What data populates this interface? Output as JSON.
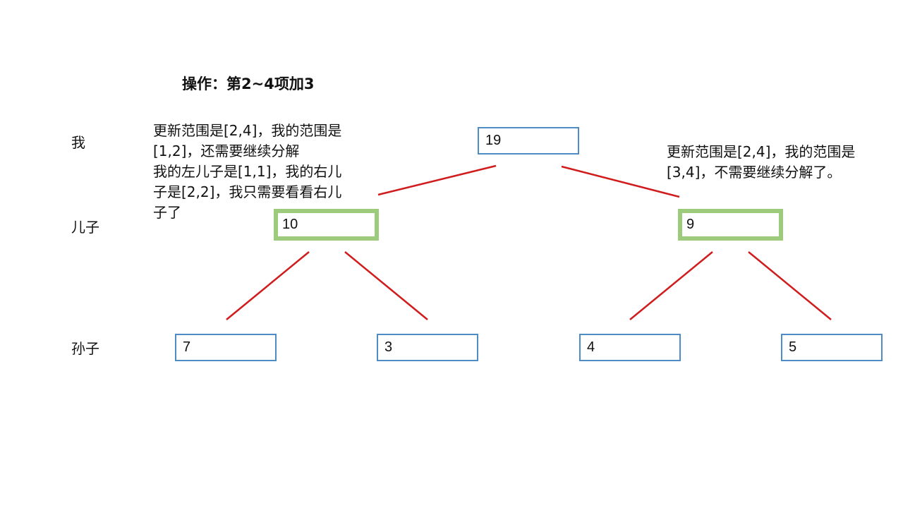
{
  "title": "操作：第2~4项加3",
  "levels": {
    "me": "我",
    "son": "儿子",
    "grandson": "孙子"
  },
  "notes": {
    "left": [
      "更新范围是[2,4]，我的范围是",
      "[1,2]，还需要继续分解",
      "我的左儿子是[1,1]，我的右儿",
      "子是[2,2]，我只需要看看右儿",
      "子了"
    ],
    "right": [
      "更新范围是[2,4]，我的范围是",
      "[3,4]，不需要继续分解了。"
    ]
  },
  "nodes": {
    "root": "19",
    "left": "10",
    "right": "9",
    "ll": "7",
    "lr": "3",
    "rl": "4",
    "rr": "5"
  },
  "colors": {
    "edge": "#d01c1c",
    "node_border": "#4f8bc4",
    "highlight": "#9ccb7c"
  }
}
